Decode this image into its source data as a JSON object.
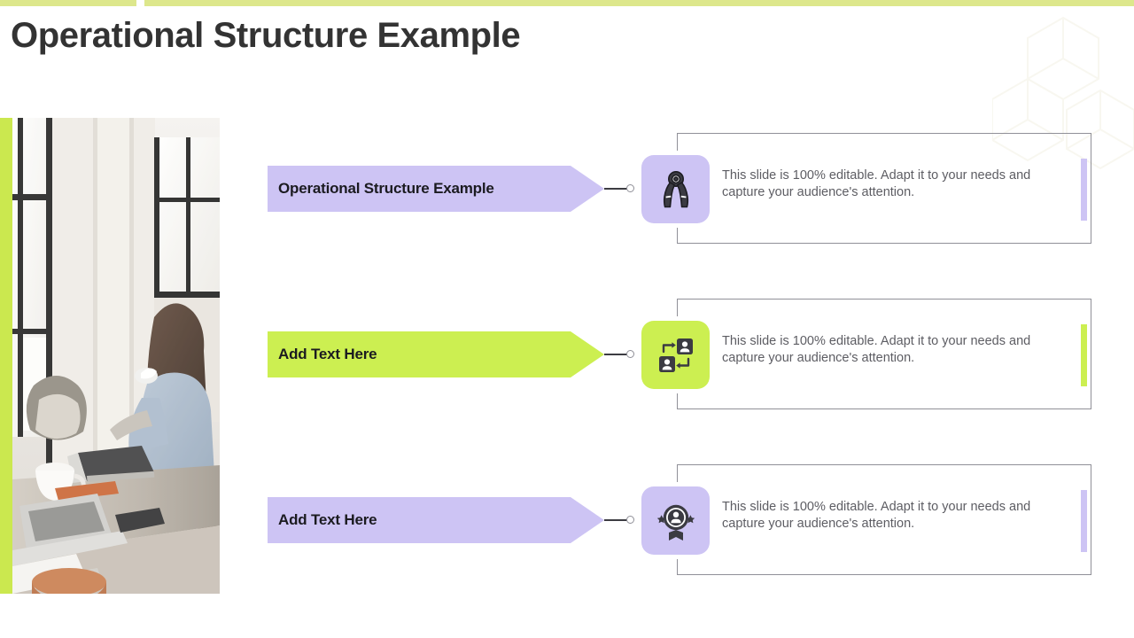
{
  "slide": {
    "title": "Operational Structure Example",
    "accent_green": "#ccef51",
    "accent_purple": "#cdc4f4",
    "topbar_color": "#dde78c",
    "title_color": "#333333",
    "body_text_color": "#5d5d63"
  },
  "photo": {
    "alt": "Woman working on a laptop at a window-side table in a cafe"
  },
  "rows": [
    {
      "banner_label": "Operational Structure Example",
      "banner_color": "#cdc4f4",
      "icon_name": "hand-grip-exerciser-icon",
      "icon_tile_color": "#cdc4f4",
      "accent_color": "#cdc4f4",
      "body": "This slide is 100% editable. Adapt it to your needs and capture your audience's attention."
    },
    {
      "banner_label": "Add Text Here",
      "banner_color": "#ccef51",
      "icon_name": "people-exchange-icon",
      "icon_tile_color": "#ccef51",
      "accent_color": "#ccef51",
      "body": "This slide is 100% editable. Adapt it to your needs and capture your audience's attention."
    },
    {
      "banner_label": "Add Text Here",
      "banner_color": "#cdc4f4",
      "icon_name": "person-award-badge-icon",
      "icon_tile_color": "#cdc4f4",
      "accent_color": "#cdc4f4",
      "body": "This slide is 100% editable. Adapt it to your needs and capture your audience's attention."
    }
  ],
  "watermark": {
    "name": "isometric-cubes-watermark"
  }
}
